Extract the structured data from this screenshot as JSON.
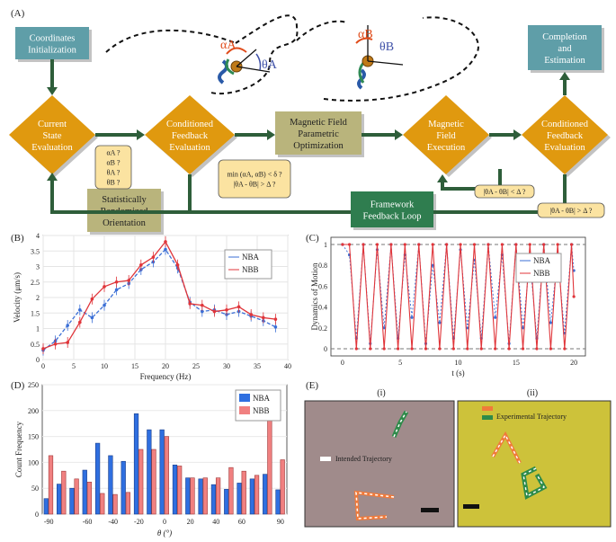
{
  "panel_labels": {
    "a": "(A)",
    "b": "(B)",
    "c": "(C)",
    "d": "(D)",
    "e": "(E)"
  },
  "flowchart": {
    "coordinates_init": [
      "Coordinates",
      "Initialization"
    ],
    "completion": [
      "Completion",
      "and",
      "Estimation"
    ],
    "current_state": [
      "Current",
      "State",
      "Evaluation"
    ],
    "cond_feedback_1": [
      "Conditioned",
      "Feedback",
      "Evaluation"
    ],
    "magnetic_opt": [
      "Magnetic Field",
      "Parametric",
      "Optimization"
    ],
    "magnetic_exec": [
      "Magnetic",
      "Field",
      "Execution"
    ],
    "cond_feedback_2": [
      "Conditioned",
      "Feedback",
      "Evaluation"
    ],
    "stat_random": [
      "Statistically",
      "Randomized",
      "Orientation"
    ],
    "framework_loop": [
      "Framework",
      "Feedback Loop"
    ],
    "params_note": [
      "αA ?",
      "αB ?",
      "θA ?",
      "θB ?"
    ],
    "cond_note_1": [
      "min (αA, αB) < δ ?",
      "|θA - θB| > Δ ?"
    ],
    "cond_note_2": "|θA - θB| < Δ ?",
    "cond_note_3": "|θA - θB| > Δ ?",
    "alpha_a": "αA",
    "theta_a": "θA",
    "alpha_b": "αB",
    "theta_b": "θB",
    "colors": {
      "teal": "#5f9ea8",
      "orange": "#e0990f",
      "olive": "#b9b47c",
      "green": "#2f7d4f",
      "arrow": "#2e5e3a"
    }
  },
  "chart_b": {
    "xlabel": "Frequency (Hz)",
    "ylabel": "Velocity (μm/s)",
    "xticks": [
      0,
      5,
      10,
      15,
      20,
      25,
      30,
      35,
      40
    ],
    "yticks": [
      0,
      0.5,
      1,
      1.5,
      2,
      2.5,
      3,
      3.5,
      4
    ],
    "legend": [
      "NBA",
      "NBB"
    ]
  },
  "chart_c": {
    "xlabel": "t (s)",
    "ylabel": "Dynamics of Motion",
    "xticks": [
      0,
      5,
      10,
      15,
      20
    ],
    "yticks": [
      0,
      0.2,
      0.4,
      0.6,
      0.8,
      1
    ],
    "legend": [
      "NBA",
      "NBB"
    ]
  },
  "chart_d": {
    "xlabel": "θ (°)",
    "ylabel": "Count Frequency",
    "xticks": [
      "-90",
      "-60",
      "-40",
      "-20",
      "0",
      "20",
      "40",
      "60",
      "90"
    ],
    "yticks": [
      0,
      50,
      100,
      150,
      200,
      250
    ],
    "legend": [
      "NBA",
      "NBB"
    ]
  },
  "panel_e": {
    "sub_i": "(i)",
    "sub_ii": "(ii)",
    "intended": "Intended Trajectory",
    "experimental": "Experimental Trajectory"
  },
  "chart_data": [
    {
      "type": "line",
      "title": "",
      "xlabel": "Frequency (Hz)",
      "ylabel": "Velocity (μm/s)",
      "xlim": [
        0,
        40
      ],
      "ylim": [
        0,
        4
      ],
      "x": [
        0,
        2,
        4,
        6,
        8,
        10,
        12,
        14,
        16,
        18,
        20,
        22,
        24,
        26,
        28,
        30,
        32,
        34,
        36,
        38
      ],
      "series": [
        {
          "name": "NBA",
          "values": [
            0.3,
            0.6,
            1.1,
            1.6,
            1.35,
            1.75,
            2.25,
            2.45,
            2.9,
            3.15,
            3.55,
            2.95,
            1.85,
            1.55,
            1.6,
            1.45,
            1.55,
            1.4,
            1.25,
            1.05
          ]
        },
        {
          "name": "NBB",
          "values": [
            0.35,
            0.5,
            0.55,
            1.2,
            1.95,
            2.35,
            2.5,
            2.55,
            3.05,
            3.3,
            3.8,
            3.05,
            1.8,
            1.75,
            1.55,
            1.6,
            1.7,
            1.45,
            1.35,
            1.3
          ]
        }
      ]
    },
    {
      "type": "line",
      "title": "",
      "xlabel": "t (s)",
      "ylabel": "Dynamics of Motion",
      "xlim": [
        -1,
        21
      ],
      "ylim": [
        0,
        1
      ],
      "x": [
        0,
        0.6,
        1.2,
        1.8,
        2.4,
        3.0,
        3.6,
        4.2,
        4.8,
        5.4,
        6.0,
        6.6,
        7.2,
        7.8,
        8.4,
        9.0,
        9.6,
        10.2,
        10.8,
        11.4,
        12.0,
        12.6,
        13.2,
        13.8,
        14.4,
        15.0,
        15.6,
        16.2,
        16.8,
        17.4,
        18.0,
        18.6,
        19.2,
        19.8,
        20.0
      ],
      "series": [
        {
          "name": "NBA",
          "values": [
            1,
            0.9,
            0.1,
            1,
            0.05,
            0.95,
            0.2,
            1,
            0.1,
            0.9,
            0.3,
            1,
            0.05,
            0.8,
            0.25,
            1,
            0.1,
            0.95,
            0.2,
            0.85,
            0.1,
            1,
            0.3,
            0.9,
            0.05,
            1,
            0.2,
            0.85,
            0.1,
            1,
            0.25,
            0.9,
            0.15,
            1,
            0.75
          ]
        },
        {
          "name": "NBB",
          "values": [
            1,
            1,
            0,
            1,
            0,
            1,
            0,
            1,
            0,
            1,
            0,
            1,
            0,
            1,
            0,
            1,
            0,
            1,
            0,
            1,
            0,
            1,
            0,
            1,
            0,
            1,
            0,
            1,
            0,
            1,
            0,
            1,
            0,
            1,
            0.5
          ]
        }
      ]
    },
    {
      "type": "bar",
      "title": "",
      "xlabel": "θ (°)",
      "ylabel": "Count Frequency",
      "ylim": [
        0,
        250
      ],
      "categories": [
        -90,
        -80,
        -70,
        -60,
        -50,
        -40,
        -30,
        -20,
        -10,
        0,
        10,
        20,
        30,
        40,
        50,
        60,
        70,
        80,
        90
      ],
      "series": [
        {
          "name": "NBA",
          "values": [
            30,
            58,
            50,
            85,
            137,
            113,
            102,
            194,
            163,
            163,
            95,
            70,
            68,
            57,
            48,
            60,
            68,
            77,
            47
          ]
        },
        {
          "name": "NBB",
          "values": [
            113,
            83,
            68,
            62,
            40,
            38,
            42,
            125,
            125,
            150,
            93,
            70,
            70,
            70,
            90,
            83,
            75,
            218,
            105
          ]
        }
      ]
    }
  ]
}
